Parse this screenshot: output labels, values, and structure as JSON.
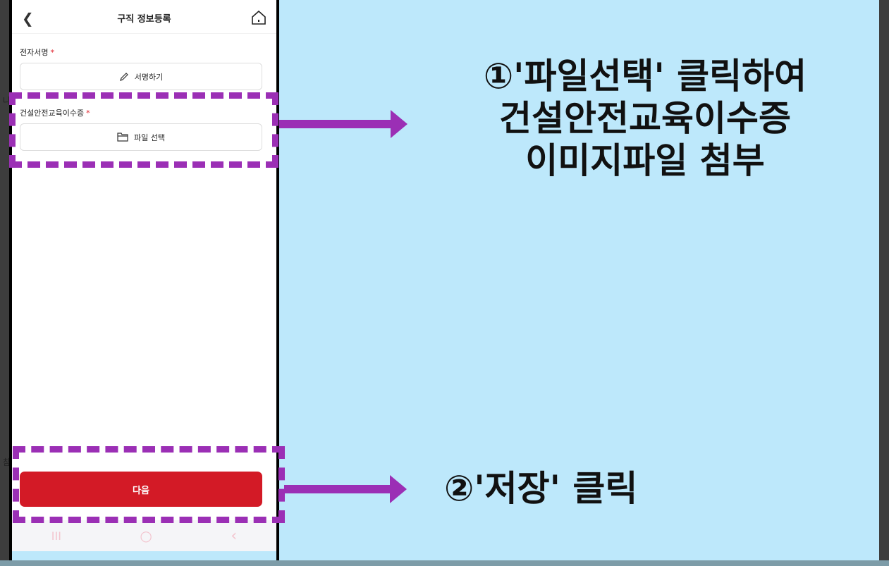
{
  "background": {
    "stray_text_1": "나",
    "stray_text_2": "참"
  },
  "app": {
    "title": "구직 정보등록",
    "signature": {
      "label": "전자서명",
      "required_mark": "*",
      "button_label": "서명하기"
    },
    "certificate": {
      "label": "건설안전교육이수증",
      "required_mark": "*",
      "button_label": "파일 선택"
    },
    "next_button": "다음",
    "nav": {
      "recent": "III",
      "home": "○",
      "back": "‹"
    }
  },
  "annotations": {
    "step1_lines": [
      "①'파일선택' 클릭하여",
      "건설안전교육이수증",
      "이미지파일 첨부"
    ],
    "step2": "②'저장' 클릭"
  },
  "colors": {
    "accent": "#d31a26",
    "highlight": "#9b2fb5",
    "background": "#bde8fb"
  }
}
